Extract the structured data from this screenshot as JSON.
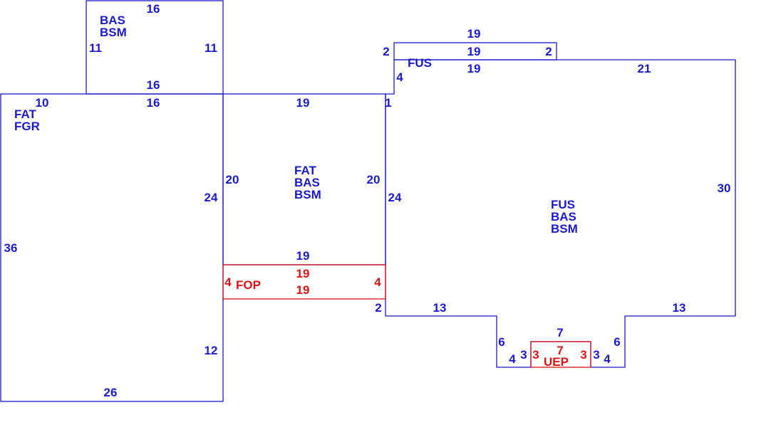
{
  "colors": {
    "structure": "#1a1acc",
    "porch": "#dd1111",
    "background": "#ffffff"
  },
  "areas": [
    {
      "id": "upper-left-room",
      "kind": "structure",
      "codes": [
        "BAS",
        "BSM"
      ]
    },
    {
      "id": "garage-wing",
      "kind": "structure",
      "codes": [
        "FAT",
        "FGR"
      ]
    },
    {
      "id": "center-block",
      "kind": "structure",
      "codes": [
        "FAT",
        "BAS",
        "BSM"
      ]
    },
    {
      "id": "upper-strip",
      "kind": "structure",
      "codes": [
        "FUS"
      ]
    },
    {
      "id": "main-house",
      "kind": "structure",
      "codes": [
        "FUS",
        "BAS",
        "BSM"
      ]
    },
    {
      "id": "front-porch",
      "kind": "porch",
      "codes": [
        "FOP"
      ]
    },
    {
      "id": "bottom-porch",
      "kind": "porch",
      "codes": [
        "UEP"
      ]
    }
  ],
  "dimensions": {
    "upper_left_top": "16",
    "upper_left_left": "11",
    "upper_left_right": "11",
    "upper_left_bottom": "16",
    "garage_top_left": "10",
    "garage_top_right": "16",
    "garage_left": "36",
    "garage_right_upper": "24",
    "garage_right_lower": "12",
    "garage_bottom": "26",
    "center_top": "19",
    "center_left": "20",
    "center_right": "20",
    "center_bottom": "19",
    "fop_top": "19",
    "fop_bottom": "19",
    "fop_left": "4",
    "fop_right": "4",
    "strip_top": "19",
    "strip_middle": "19",
    "strip_lower": "19",
    "strip_left": "2",
    "strip_right": "2",
    "strip_step": "4",
    "main_top_step": "1",
    "main_top_right": "21",
    "main_right": "30",
    "main_left": "24",
    "main_left_step": "2",
    "main_bottom_left": "13",
    "main_bottom_right": "13",
    "notch_left": "6",
    "notch_right": "6",
    "notch_bottom_left": "4",
    "notch_bottom_right": "4",
    "notch_inner_left": "3",
    "notch_inner_right": "3",
    "notch_top": "7",
    "uep_top": "7",
    "uep_left": "3",
    "uep_right": "3"
  }
}
